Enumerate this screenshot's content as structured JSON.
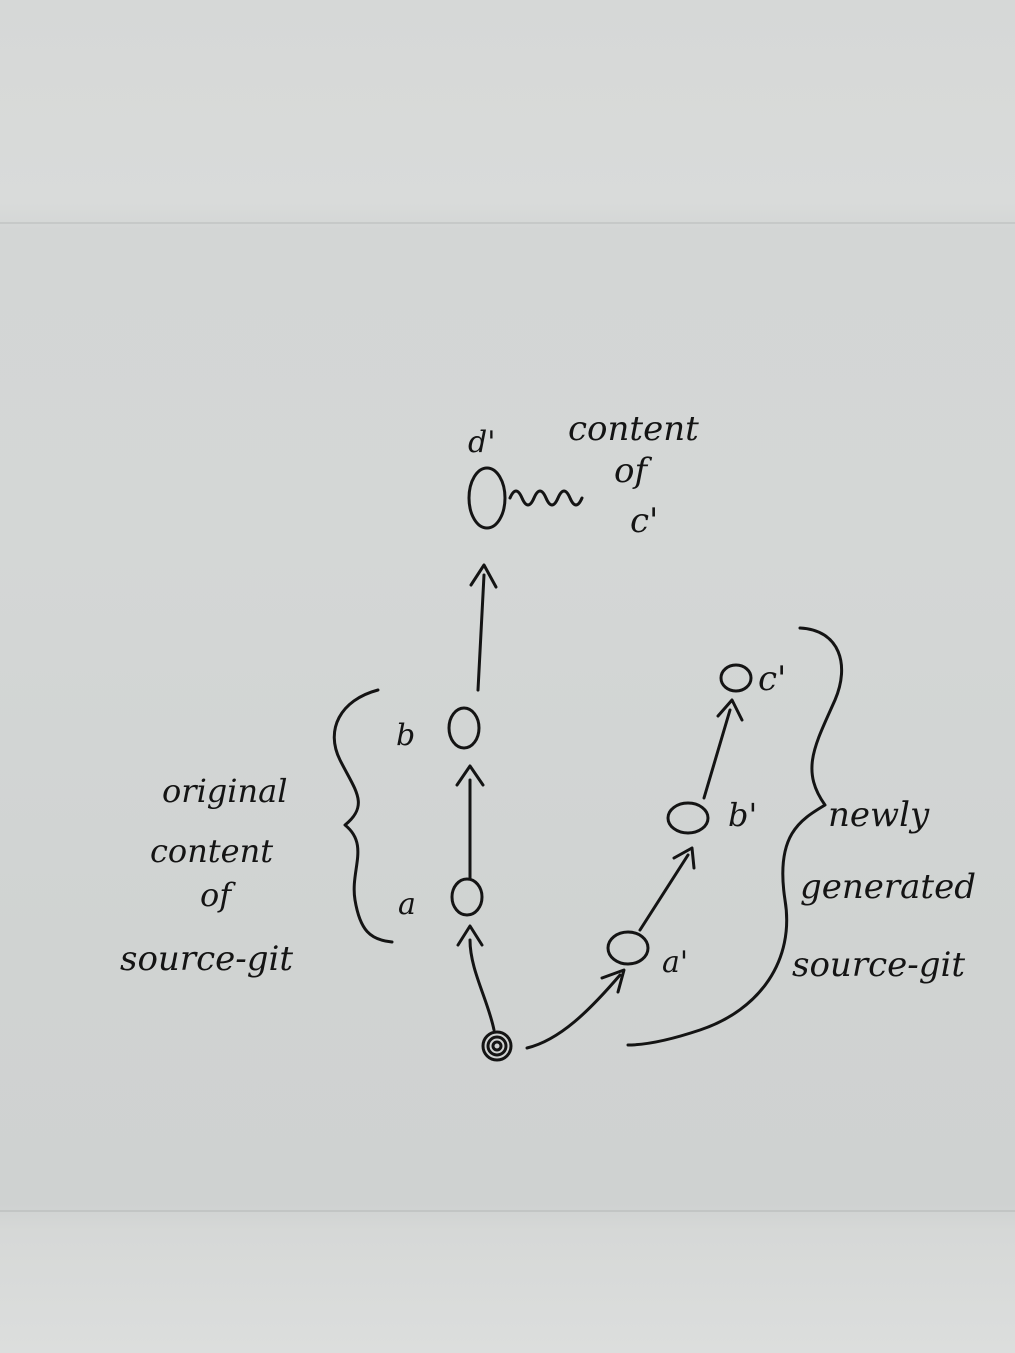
{
  "nodes": {
    "a": "a",
    "b": "b",
    "d_prime": "d'",
    "a_prime": "a'",
    "b_prime": "b'",
    "c_prime": "c'"
  },
  "annotations": {
    "content_of_c_line1": "content",
    "content_of_c_line2": "of",
    "content_of_c_line3": "c'",
    "original_line1": "original",
    "original_line2": "content",
    "original_line3": "of",
    "original_line4": "source-git",
    "newly_line1": "newly",
    "newly_line2": "generated",
    "newly_line3": "source-git"
  },
  "colors": {
    "ink": "#141414",
    "board": "#d4d7d6"
  }
}
